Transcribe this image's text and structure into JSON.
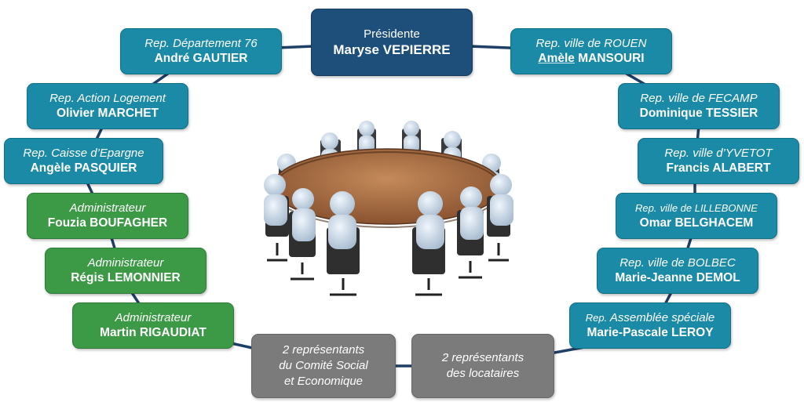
{
  "president": {
    "role": "Présidente",
    "name": "Maryse VEPIERRE"
  },
  "members": [
    {
      "id": "rep-departement-76",
      "role": "Rep. Département 76",
      "name": "André GAUTIER"
    },
    {
      "id": "rep-action-logement",
      "role": "Rep. Action Logement",
      "name": "Olivier MARCHET"
    },
    {
      "id": "rep-caisse-epargne",
      "role": "Rep. Caisse d’Epargne",
      "name": "Angèle PASQUIER"
    },
    {
      "id": "administrateur-boufagher",
      "role": "Administrateur",
      "name": "Fouzia BOUFAGHER"
    },
    {
      "id": "administrateur-lemonnier",
      "role": "Administrateur",
      "name": "Régis LEMONNIER"
    },
    {
      "id": "administrateur-rigaudiat",
      "role": "Administrateur",
      "name": "Martin RIGAUDIAT"
    },
    {
      "id": "rep-ville-rouen",
      "role": "Rep. ville de ROUEN",
      "name_first": "Amèle",
      "name_last": "MANSOURI"
    },
    {
      "id": "rep-ville-fecamp",
      "role": "Rep. ville de FECAMP",
      "name": "Dominique TESSIER"
    },
    {
      "id": "rep-ville-yvetot",
      "role": "Rep. ville d’YVETOT",
      "name": "Francis ALABERT"
    },
    {
      "id": "rep-ville-lillebonne",
      "role_prefix": "Rep.",
      "role_rest": "ville de LILLEBONNE",
      "name": "Omar BELGHACEM"
    },
    {
      "id": "rep-ville-bolbec",
      "role": "Rep. ville de BOLBEC",
      "name": "Marie-Jeanne DEMOL"
    },
    {
      "id": "rep-assemblee-speciale",
      "role_prefix": "Rep.",
      "role_rest": "Assemblée spéciale",
      "name": "Marie-Pascale LEROY"
    }
  ],
  "representatives": [
    {
      "id": "cse",
      "lines": [
        "2 représentants",
        "du Comité Social",
        "et Economique"
      ]
    },
    {
      "id": "locataires",
      "lines": [
        "2 représentants",
        "des locataires"
      ]
    }
  ],
  "colors": {
    "president": "#1d4f7a",
    "representative": "#1a8aa6",
    "administrator": "#3c9a46",
    "staff_and_tenants": "#7b7b7b",
    "connector": "#1e3f66",
    "table_top": "#a0643a"
  }
}
